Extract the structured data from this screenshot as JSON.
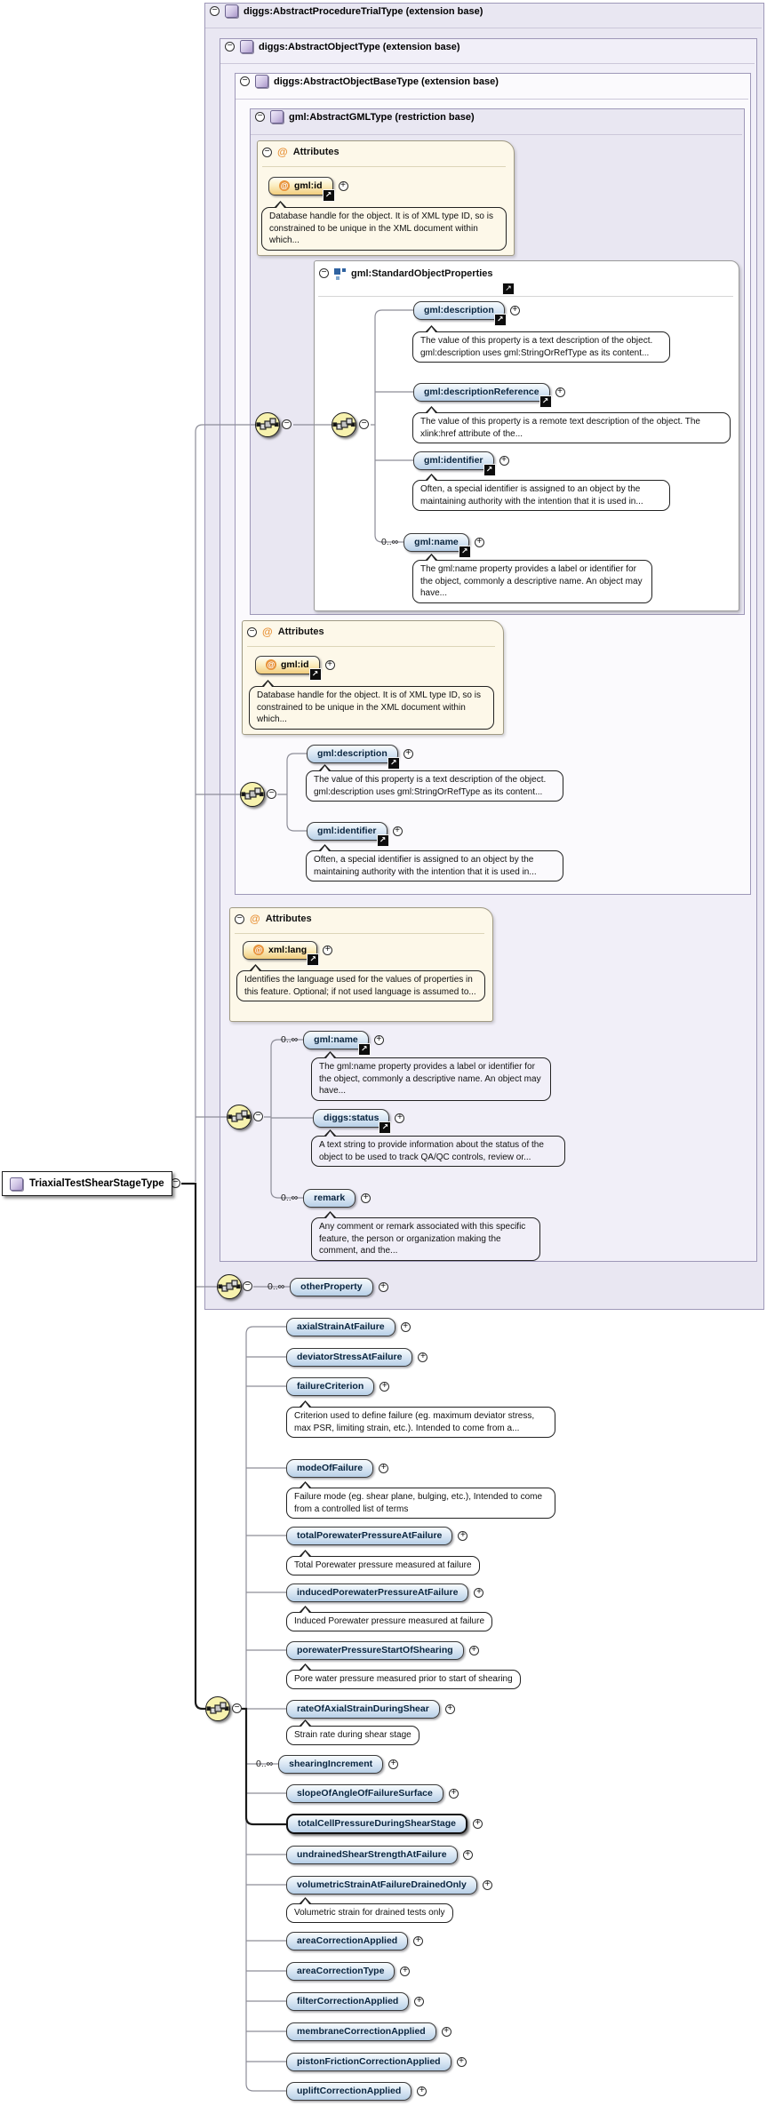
{
  "root": {
    "label": "TriaxialTestShearStageType"
  },
  "levels": {
    "l1": {
      "title": "diggs:AbstractProcedureTrialType (extension base)"
    },
    "l2": {
      "title": "diggs:AbstractObjectType (extension base)"
    },
    "l3": {
      "title": "diggs:AbstractObjectBaseType (extension base)"
    },
    "l4": {
      "title": "gml:AbstractGMLType (restriction base)"
    }
  },
  "gml_attrs": {
    "header": "Attributes",
    "name": "gml:id",
    "doc": "Database handle for the object. It is of XML type ID, so is constrained to be unique in the XML document within which..."
  },
  "sop": {
    "header": "gml:StandardObjectProperties",
    "description": {
      "label": "gml:description",
      "doc": "The value of this property is a text description of the object. gml:description uses gml:StringOrRefType as its content..."
    },
    "descriptionReference": {
      "label": "gml:descriptionReference",
      "doc": "The value of this property is a remote text description of the object. The xlink:href attribute of the..."
    },
    "identifier": {
      "label": "gml:identifier",
      "doc": "Often, a special identifier is assigned to an object by the maintaining authority with the intention that it is used in..."
    },
    "name": {
      "label": "gml:name",
      "occurrence": "0..∞",
      "doc": "The gml:name property provides a label or identifier for the object, commonly a descriptive name. An object may have..."
    }
  },
  "base_attrs": {
    "header": "Attributes",
    "name": "gml:id",
    "doc": "Database handle for the object. It is of XML type ID, so is constrained to be unique in the XML document within which..."
  },
  "base_props": {
    "description": {
      "label": "gml:description",
      "doc": "The value of this property is a text description of the object. gml:description uses gml:StringOrRefType as its content..."
    },
    "identifier": {
      "label": "gml:identifier",
      "doc": "Often, a special identifier is assigned to an object by the maintaining authority with the intention that it is used in..."
    }
  },
  "object_attrs": {
    "header": "Attributes",
    "name": "xml:lang",
    "doc": "Identifies the language used for the values of properties in this feature. Optional; if not used language is assumed to..."
  },
  "object_props": {
    "name": {
      "label": "gml:name",
      "occurrence": "0..∞",
      "doc": "The gml:name property provides a label or identifier for the object, commonly a descriptive name. An object may have..."
    },
    "status": {
      "label": "diggs:status",
      "doc": "A text string to provide information about the status of the object to be used to track QA/QC controls, review or..."
    },
    "remark": {
      "label": "remark",
      "occurrence": "0..∞",
      "doc": "Any comment or remark associated with this specific feature, the person or organization making the comment, and the..."
    }
  },
  "procedure_props": {
    "otherProperty": {
      "label": "otherProperty",
      "occurrence": "0..∞"
    }
  },
  "own_props": [
    {
      "label": "axialStrainAtFailure"
    },
    {
      "label": "deviatorStressAtFailure"
    },
    {
      "label": "failureCriterion",
      "doc": "Criterion used to define failure (eg. maximum deviator stress, max PSR, limiting strain, etc.). Intended to come from a..."
    },
    {
      "label": "modeOfFailure",
      "doc": "Failure mode (eg. shear plane, bulging, etc.), Intended to come from a controlled list of terms"
    },
    {
      "label": "totalPorewaterPressureAtFailure",
      "doc": "Total Porewater pressure measured at failure"
    },
    {
      "label": "inducedPorewaterPressureAtFailure",
      "doc": "Induced Porewater pressure measured at failure"
    },
    {
      "label": "porewaterPressureStartOfShearing",
      "doc": "Pore water pressure measured prior to start of shearing"
    },
    {
      "label": "rateOfAxialStrainDuringShear",
      "doc": "Strain rate during shear stage"
    },
    {
      "label": "shearingIncrement",
      "occurrence": "0..∞"
    },
    {
      "label": "slopeOfAngleOfFailureSurface"
    },
    {
      "label": "totalCellPressureDuringShearStage",
      "highlighted": true
    },
    {
      "label": "undrainedShearStrengthAtFailure"
    },
    {
      "label": "volumetricStrainAtFailureDrainedOnly",
      "doc": "Volumetric strain for drained tests only"
    },
    {
      "label": "areaCorrectionApplied"
    },
    {
      "label": "areaCorrectionType"
    },
    {
      "label": "filterCorrectionApplied"
    },
    {
      "label": "membraneCorrectionApplied"
    },
    {
      "label": "pistonFrictionCorrectionApplied"
    },
    {
      "label": "upliftCorrectionApplied"
    }
  ],
  "icons": {
    "collapse": "−",
    "expand": "+",
    "attribute": "@",
    "open-link": "↗",
    "sequence": "sequence-compositor"
  },
  "colors": {
    "lavender": "#e9e7f2",
    "lavender_light": "#f1eff8",
    "near_white": "#fbfafd",
    "cream": "#fdf8e9",
    "pill_blue": "#b7cfe7",
    "pill_orange": "#f2cd7d",
    "sequence_yellow": "#f7f2ae",
    "box_border": "#9e98b8"
  }
}
